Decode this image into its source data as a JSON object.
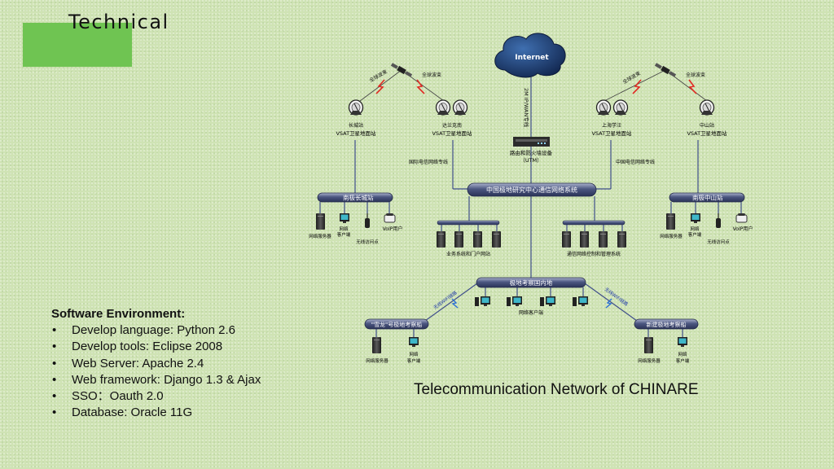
{
  "slide": {
    "title": "Technical",
    "caption": "Telecommunication Network of CHINARE",
    "software_heading": "Software Environment:",
    "software_items": [
      "Develop language: Python 2.6",
      "Develop tools: Eclipse 2008",
      "Web Server: Apache 2.4",
      "Web framework:  Django 1.3  & Ajax",
      "SSO：Oauth 2.0",
      "Database:   Oracle 11G"
    ]
  },
  "diagram": {
    "internet": "Internet",
    "wan_link": "2M IP/WAN专线",
    "utm_line1": "路由和防火墙设备",
    "utm_line2": "（UTM）",
    "sat_left_1": "全球波束",
    "sat_left_2": "全球波束",
    "sat_right_1": "全球波束",
    "sat_right_2": "全球波束",
    "station_changcheng": "长城站",
    "station_zhongshan": "中山站",
    "station_ladang": "达兰克南",
    "station_shanghai": "上海学汪",
    "vsat_label": "VSAT卫星地面站",
    "intl_line_left": "国际电信网络专线",
    "intl_line_right": "中国电信网络专线",
    "center_bus": "中国极地研究中心通信网络系统",
    "left_bus": "南极长城站",
    "right_bus": "南极中山站",
    "domestic_bus": "极地考察国内地",
    "ship1_bus": "\"雪龙\"号极地考察船",
    "ship2_bus": "新建极地考察船",
    "net_server": "网络服务器",
    "net_client": "网络\n客户端",
    "wireless_ap": "无线访问点",
    "voip": "VoIP用户",
    "biz_systems": "业务系统和门户网站",
    "mgmt_systems": "通信网络控制和管理系统",
    "net_clients": "网络客户端",
    "wifi_link": "无线WIFI链路"
  }
}
